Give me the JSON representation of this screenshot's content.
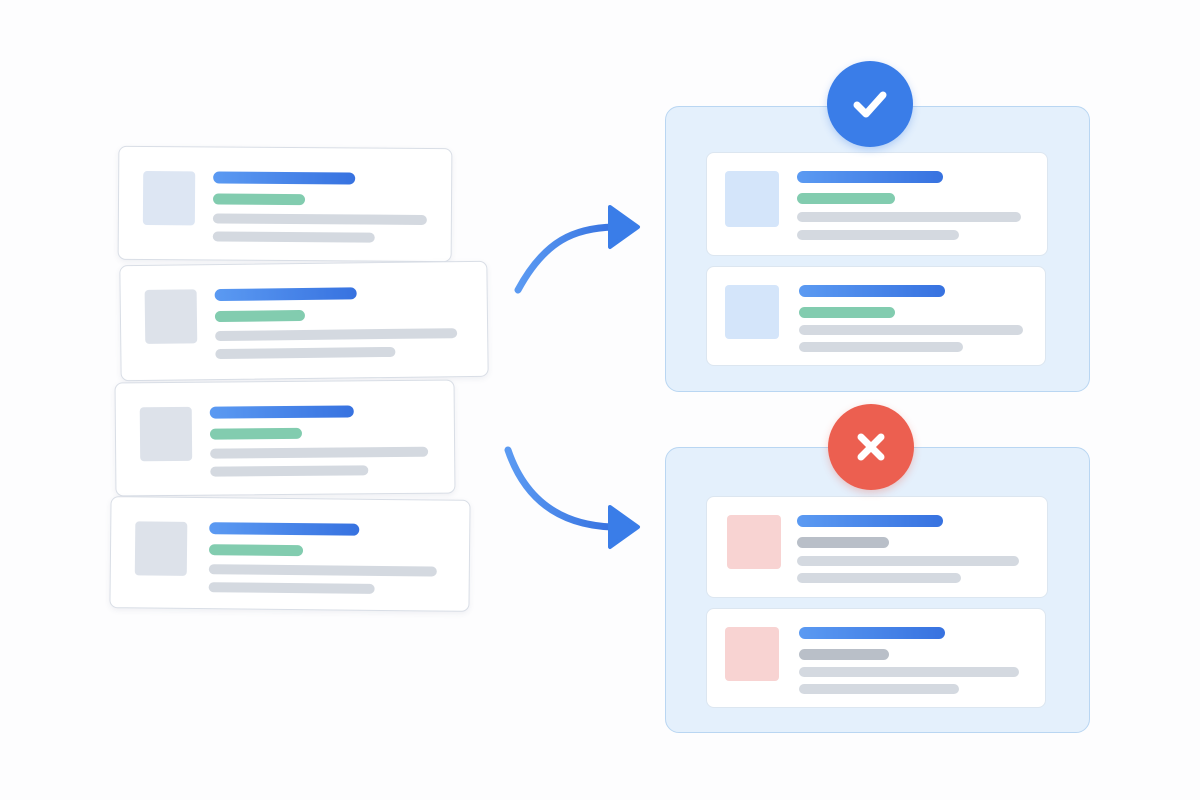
{
  "colors": {
    "primary_blue": "#3a7de8",
    "title_bar_start": "#5b9af2",
    "title_bar_end": "#3772e0",
    "tag_green": "#82ccaf",
    "tag_gray": "#b9bfc8",
    "line_gray": "#d4d9e0",
    "thumb_gray": "#dde2ea",
    "thumb_blue": "#d4e5fa",
    "thumb_red": "#f8d3d2",
    "panel_fill": "#e4f0fc",
    "panel_border": "#b9d6f2",
    "reject_red": "#ec5f50"
  },
  "icons": {
    "accept": "checkmark-icon",
    "reject": "cross-icon",
    "flow": "curved-arrow-icon"
  },
  "input_stack": {
    "card_count": 4
  },
  "accepted_panel": {
    "card_count": 2
  },
  "rejected_panel": {
    "card_count": 2
  }
}
